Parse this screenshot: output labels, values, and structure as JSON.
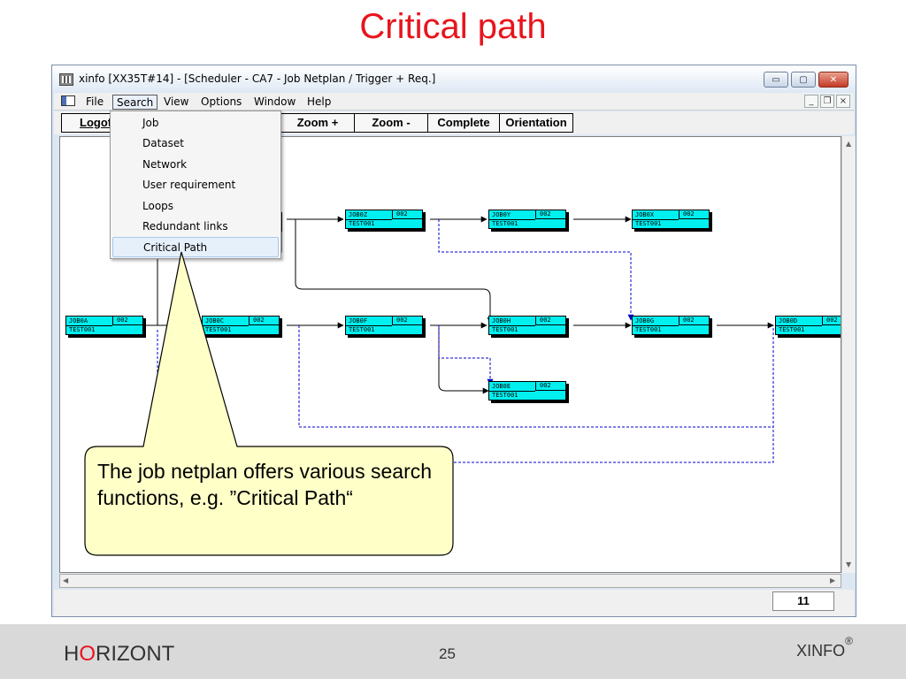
{
  "slide": {
    "title": "Critical path"
  },
  "window": {
    "title": "xinfo [XX35T#14] - [Scheduler - CA7 - Job Netplan / Trigger + Req.]",
    "controls": {
      "minimize": "▭",
      "maximize": "▢",
      "close": "✕"
    }
  },
  "menubar": {
    "items": [
      "File",
      "Search",
      "View",
      "Options",
      "Window",
      "Help"
    ],
    "mdi": {
      "minimize": "_",
      "restore": "❐",
      "close": "×"
    }
  },
  "toolbar": {
    "logoff": "Logoff",
    "zoom_in": "Zoom +",
    "zoom_out": "Zoom -",
    "complete": "Complete",
    "orientation": "Orientation"
  },
  "search_menu": {
    "items": [
      "Job",
      "Dataset",
      "Network",
      "User requirement",
      "Loops",
      "Redundant links",
      "Critical Path"
    ],
    "highlighted": "Critical Path"
  },
  "jobs": [
    {
      "name": "JOB0Z",
      "ver": "002",
      "group": "TEST001"
    },
    {
      "name": "JOB0Y",
      "ver": "002",
      "group": "TEST001"
    },
    {
      "name": "JOB0X",
      "ver": "002",
      "group": "TEST001"
    },
    {
      "name": "JOB0A",
      "ver": "002",
      "group": "TEST001"
    },
    {
      "name": "JOB0C",
      "ver": "002",
      "group": "TEST001"
    },
    {
      "name": "JOB0F",
      "ver": "002",
      "group": "TEST001"
    },
    {
      "name": "JOB0H",
      "ver": "002",
      "group": "TEST001"
    },
    {
      "name": "JOB0G",
      "ver": "002",
      "group": "TEST001"
    },
    {
      "name": "JOB0D",
      "ver": "002",
      "group": "TEST001"
    },
    {
      "name": "JOB0E",
      "ver": "002",
      "group": "TEST001"
    },
    {
      "name": "",
      "ver": "",
      "group": ""
    }
  ],
  "statusbar": {
    "value": "11"
  },
  "callout": {
    "text": "The job netplan offers various search functions, e.g.  ”Critical Path“"
  },
  "footer": {
    "brand_h": "H",
    "brand_o": "O",
    "brand_rest": "RIZONT",
    "page": "25",
    "product": "XINFO",
    "product_mark": "®"
  },
  "colors": {
    "accent": "#e8141c",
    "job_box": "#00f0f0",
    "callout_fill": "#ffffc8",
    "link_dashed": "#0000cc"
  }
}
